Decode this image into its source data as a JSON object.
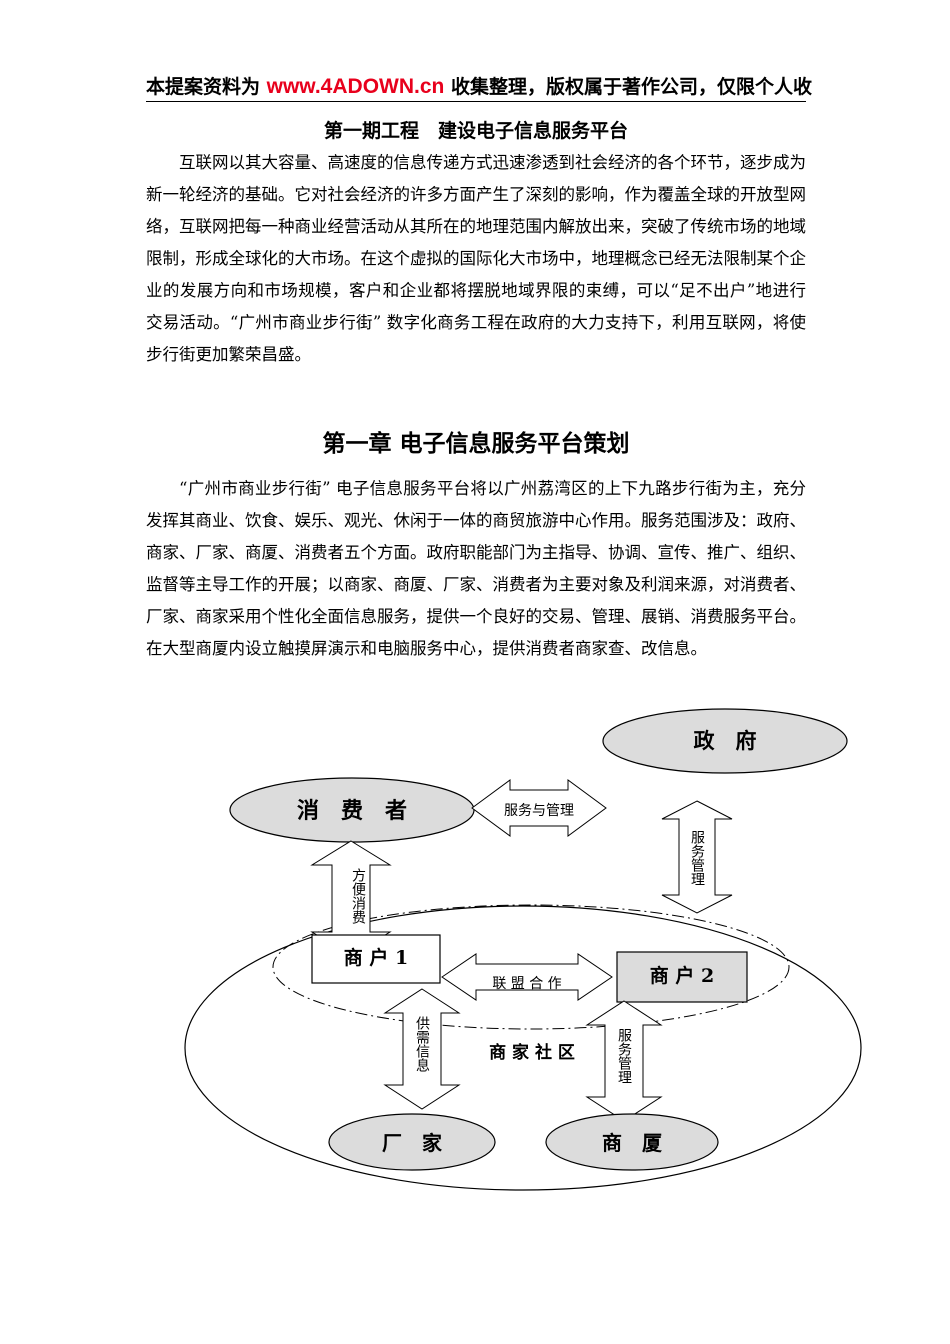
{
  "header": {
    "prefix": "本提案资料为 ",
    "brand": "www.4ADOWN.cn",
    "suffix": " 收集整理，版权属于著作公司，仅限个人收"
  },
  "section_title": "第一期工程　建设电子信息服务平台",
  "paragraph1": "互联网以其大容量、高速度的信息传递方式迅速渗透到社会经济的各个环节，逐步成为新一轮经济的基础。它对社会经济的许多方面产生了深刻的影响，作为覆盖全球的开放型网络，互联网把每一种商业经营活动从其所在的地理范围内解放出来，突破了传统市场的地域限制，形成全球化的大市场。在这个虚拟的国际化大市场中，地理概念已经无法限制某个企业的发展方向和市场规模，客户和企业都将摆脱地域界限的束缚，可以“足不出户”地进行交易活动。“广州市商业步行街” 数字化商务工程在政府的大力支持下，利用互联网，将使步行街更加繁荣昌盛。",
  "chapter_title": "第一章 电子信息服务平台策划",
  "paragraph2": "“广州市商业步行街” 电子信息服务平台将以广州荔湾区的上下九路步行街为主，充分发挥其商业、饮食、娱乐、观光、休闲于一体的商贸旅游中心作用。服务范围涉及：政府、商家、厂家、商厦、消费者五个方面。政府职能部门为主指导、协调、宣传、推广、组织、监督等主导工作的开展；以商家、商厦、厂家、消费者为主要对象及利润来源，对消费者、厂家、商家采用个性化全面信息服务，提供一个良好的交易、管理、展销、消费服务平台。在大型商厦内设立触摸屏演示和电脑服务中心，提供消费者商家查、改信息。",
  "diagram": {
    "government": "政　府",
    "consumer": "消　费　者",
    "service_mgmt_h": "服务与管理",
    "service_mgmt_v1": "服务管理",
    "convenient_consume": "方便消费",
    "merchant1": "商 户 1",
    "merchant2": "商 户 2",
    "alliance": "联 盟 合 作",
    "supply_demand": "供需信息",
    "community": "商 家 社 区",
    "service_mgmt_v2": "服务管理",
    "factory": "厂　家",
    "mall": "商　厦"
  }
}
